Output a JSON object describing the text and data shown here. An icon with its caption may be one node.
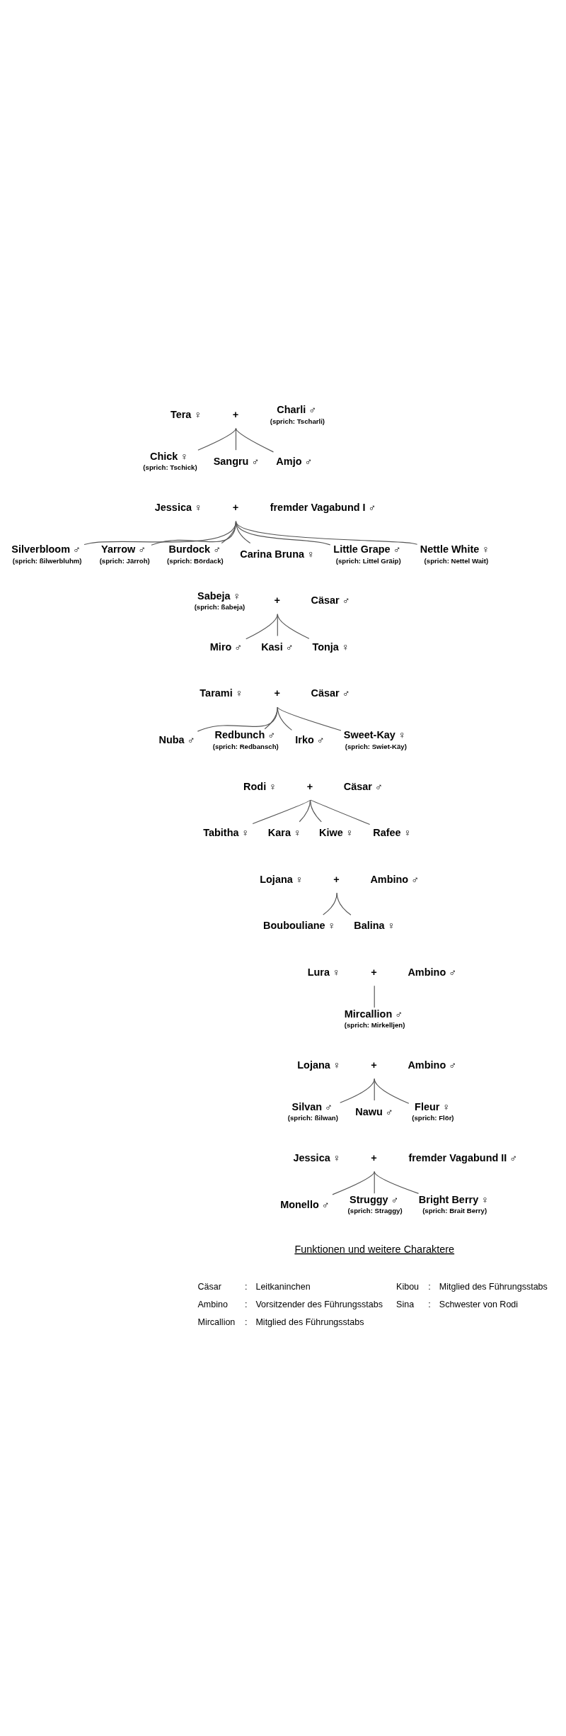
{
  "diagram": {
    "nodes": [
      {
        "text": [
          "Tera ♀"
        ]
      },
      {
        "text": [
          "+"
        ]
      },
      {
        "text": [
          "Charli ♂",
          "(sprich: Tscharli)"
        ]
      },
      {
        "text": [
          "Chick ♀",
          "(sprich: Tschick)"
        ]
      },
      {
        "text": [
          "Sangru ♂"
        ]
      },
      {
        "text": [
          "Amjo ♂"
        ]
      },
      {
        "text": [
          "Jessica ♀"
        ]
      },
      {
        "text": [
          "+"
        ]
      },
      {
        "text": [
          "fremder Vagabund I ♂"
        ]
      },
      {
        "text": [
          "Silverbloom ♂",
          "(sprich: ßilwerbluhm)"
        ]
      },
      {
        "text": [
          "Yarrow ♂",
          "(sprich: Järroh)"
        ]
      },
      {
        "text": [
          "Burdock ♂",
          "(sprich: Bördack)"
        ]
      },
      {
        "text": [
          "Carina Bruna ♀"
        ]
      },
      {
        "text": [
          "Little Grape ♂",
          "(sprich: Littel Gräip)"
        ]
      },
      {
        "text": [
          "Nettle White ♀",
          "(sprich: Nettel Wait)"
        ]
      },
      {
        "text": [
          "Sabeja ♀",
          "(sprich: ßabeja)"
        ]
      },
      {
        "text": [
          "+"
        ]
      },
      {
        "text": [
          "Cäsar ♂"
        ]
      },
      {
        "text": [
          "Miro ♂"
        ]
      },
      {
        "text": [
          "Kasi ♂"
        ]
      },
      {
        "text": [
          "Tonja ♀"
        ]
      },
      {
        "text": [
          "Tarami ♀"
        ]
      },
      {
        "text": [
          "+"
        ]
      },
      {
        "text": [
          "Cäsar ♂"
        ]
      },
      {
        "text": [
          "Nuba ♂"
        ]
      },
      {
        "text": [
          "Redbunch ♂",
          "(sprich: Redbansch)"
        ]
      },
      {
        "text": [
          "Irko ♂"
        ]
      },
      {
        "text": [
          "Sweet-Kay ♀",
          "(sprich: Swiet-Käy)"
        ]
      },
      {
        "text": [
          "Rodi ♀"
        ]
      },
      {
        "text": [
          "+"
        ]
      },
      {
        "text": [
          "Cäsar ♂"
        ]
      },
      {
        "text": [
          "Tabitha ♀"
        ]
      },
      {
        "text": [
          "Kara ♀"
        ]
      },
      {
        "text": [
          "Kiwe ♀"
        ]
      },
      {
        "text": [
          "Rafee ♀"
        ]
      },
      {
        "text": [
          "Lojana ♀"
        ]
      },
      {
        "text": [
          "+"
        ]
      },
      {
        "text": [
          "Ambino ♂"
        ]
      },
      {
        "text": [
          "Boubouliane ♀"
        ]
      },
      {
        "text": [
          "Balina ♀"
        ]
      },
      {
        "text": [
          "Lura ♀"
        ]
      },
      {
        "text": [
          "+"
        ]
      },
      {
        "text": [
          "Ambino ♂"
        ]
      },
      {
        "text": [
          "Mircallion ♂",
          "(sprich: Mirkelljen)"
        ]
      },
      {
        "text": [
          "Lojana ♀"
        ]
      },
      {
        "text": [
          "+"
        ]
      },
      {
        "text": [
          "Ambino ♂"
        ]
      },
      {
        "text": [
          "Silvan ♂",
          "(sprich: ßilwan)"
        ]
      },
      {
        "text": [
          "Nawu ♂"
        ]
      },
      {
        "text": [
          "Fleur ♀",
          "(sprich: Flör)"
        ]
      },
      {
        "text": [
          "Jessica ♀"
        ]
      },
      {
        "text": [
          "+"
        ]
      },
      {
        "text": [
          "fremder Vagabund II ♂"
        ]
      },
      {
        "text": [
          "Monello ♂"
        ]
      },
      {
        "text": [
          "Struggy ♂",
          "(sprich: Straggy)"
        ]
      },
      {
        "text": [
          "Bright Berry ♀",
          "(sprich: Brait Berry)"
        ]
      }
    ],
    "edges": [
      {
        "from": 1,
        "to": 3,
        "arrow": "none"
      },
      {
        "from": 1,
        "to": 4,
        "arrow": "none"
      },
      {
        "from": 1,
        "to": 5,
        "arrow": "none"
      },
      {
        "from": 7,
        "to": 9,
        "arrow": "none"
      },
      {
        "from": 7,
        "to": 10,
        "arrow": "none"
      },
      {
        "from": 7,
        "to": 11,
        "arrow": "none"
      },
      {
        "from": 7,
        "to": 12,
        "arrow": "none"
      },
      {
        "from": 7,
        "to": 13,
        "arrow": "none"
      },
      {
        "from": 7,
        "to": 14,
        "arrow": "none"
      },
      {
        "from": 16,
        "to": 18,
        "arrow": "none"
      },
      {
        "from": 16,
        "to": 19,
        "arrow": "none"
      },
      {
        "from": 16,
        "to": 20,
        "arrow": "none"
      },
      {
        "from": 22,
        "to": 24,
        "arrow": "none"
      },
      {
        "from": 22,
        "to": 25,
        "arrow": "none"
      },
      {
        "from": 22,
        "to": 26,
        "arrow": "none"
      },
      {
        "from": 22,
        "to": 27,
        "arrow": "none"
      },
      {
        "from": 29,
        "to": 31,
        "arrow": "none"
      },
      {
        "from": 29,
        "to": 32,
        "arrow": "none"
      },
      {
        "from": 29,
        "to": 33,
        "arrow": "none"
      },
      {
        "from": 29,
        "to": 34,
        "arrow": "none"
      },
      {
        "from": 36,
        "to": 38,
        "arrow": "none"
      },
      {
        "from": 36,
        "to": 39,
        "arrow": "none"
      },
      {
        "from": 41,
        "to": 43,
        "arrow": "none"
      },
      {
        "from": 45,
        "to": 47,
        "arrow": "none"
      },
      {
        "from": 45,
        "to": 48,
        "arrow": "none"
      },
      {
        "from": 45,
        "to": 49,
        "arrow": "none"
      },
      {
        "from": 51,
        "to": 53,
        "arrow": "none"
      },
      {
        "from": 51,
        "to": 54,
        "arrow": "none"
      },
      {
        "from": 51,
        "to": 55,
        "arrow": "none"
      }
    ],
    "labels": [
      "Funktionen und weitere Charaktere",
      "Cäsar",
      ":",
      "Leitkaninchen",
      "Kibou",
      ":",
      "Mitglied des Führungsstabs",
      "Ambino",
      ":",
      "Vorsitzender des Führungsstabs",
      "Sina",
      ":",
      "Schwester von Rodi",
      "Mircallion",
      ":",
      "Mitglied des Führungsstabs"
    ]
  }
}
